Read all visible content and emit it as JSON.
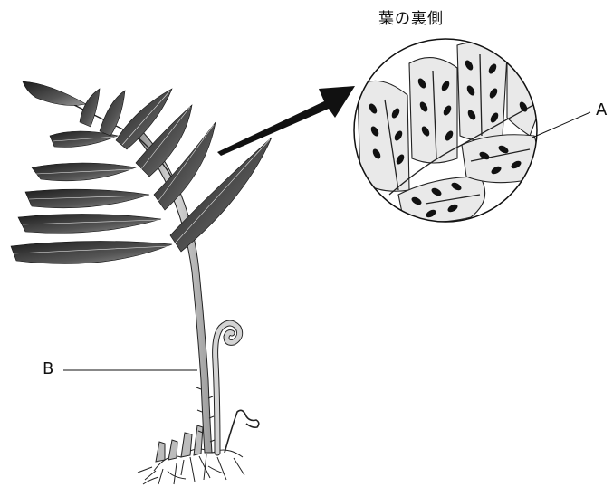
{
  "diagram": {
    "inset_title": "葉の裏側",
    "label_a": "A",
    "label_b": "B"
  }
}
